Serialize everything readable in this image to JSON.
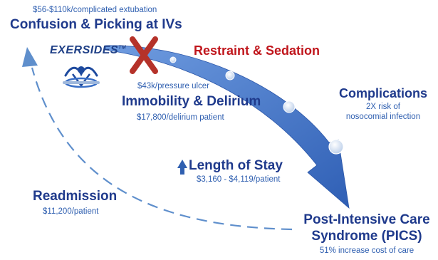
{
  "colors": {
    "heading": "#1f3a8c",
    "subtext": "#2f5fb0",
    "restraint": "#c0161c",
    "arrow": "#3a6fc6",
    "dash": "#5f8fcc",
    "x_mark": "#b5322a"
  },
  "logo": {
    "brand": "EXERSIDES",
    "mark": "TM"
  },
  "icons": [
    "x-mark-icon",
    "exersides-logo-icon",
    "up-arrow-icon"
  ],
  "nodes": {
    "confusion": {
      "title": "Confusion & Picking at IVs",
      "cost": "$56-$110k/complicated extubation"
    },
    "restraint": {
      "title": "Restraint & Sedation"
    },
    "pressure_ulcer": {
      "cost": "$43k/pressure ulcer"
    },
    "immobility": {
      "title": "Immobility & Delirium",
      "cost": "$17,800/delirium patient"
    },
    "complications": {
      "title": "Complications",
      "line1": "2X risk of",
      "line2": "nosocomial infection"
    },
    "length_of_stay": {
      "title": "Length of Stay",
      "cost": "$3,160 - $4,119/patient"
    },
    "readmission": {
      "title": "Readmission",
      "cost": "$11,200/patient"
    },
    "pics": {
      "title_line1": "Post-Intensive Care",
      "title_line2": "Syndrome (PICS)",
      "cost": "51% increase cost of care"
    }
  }
}
